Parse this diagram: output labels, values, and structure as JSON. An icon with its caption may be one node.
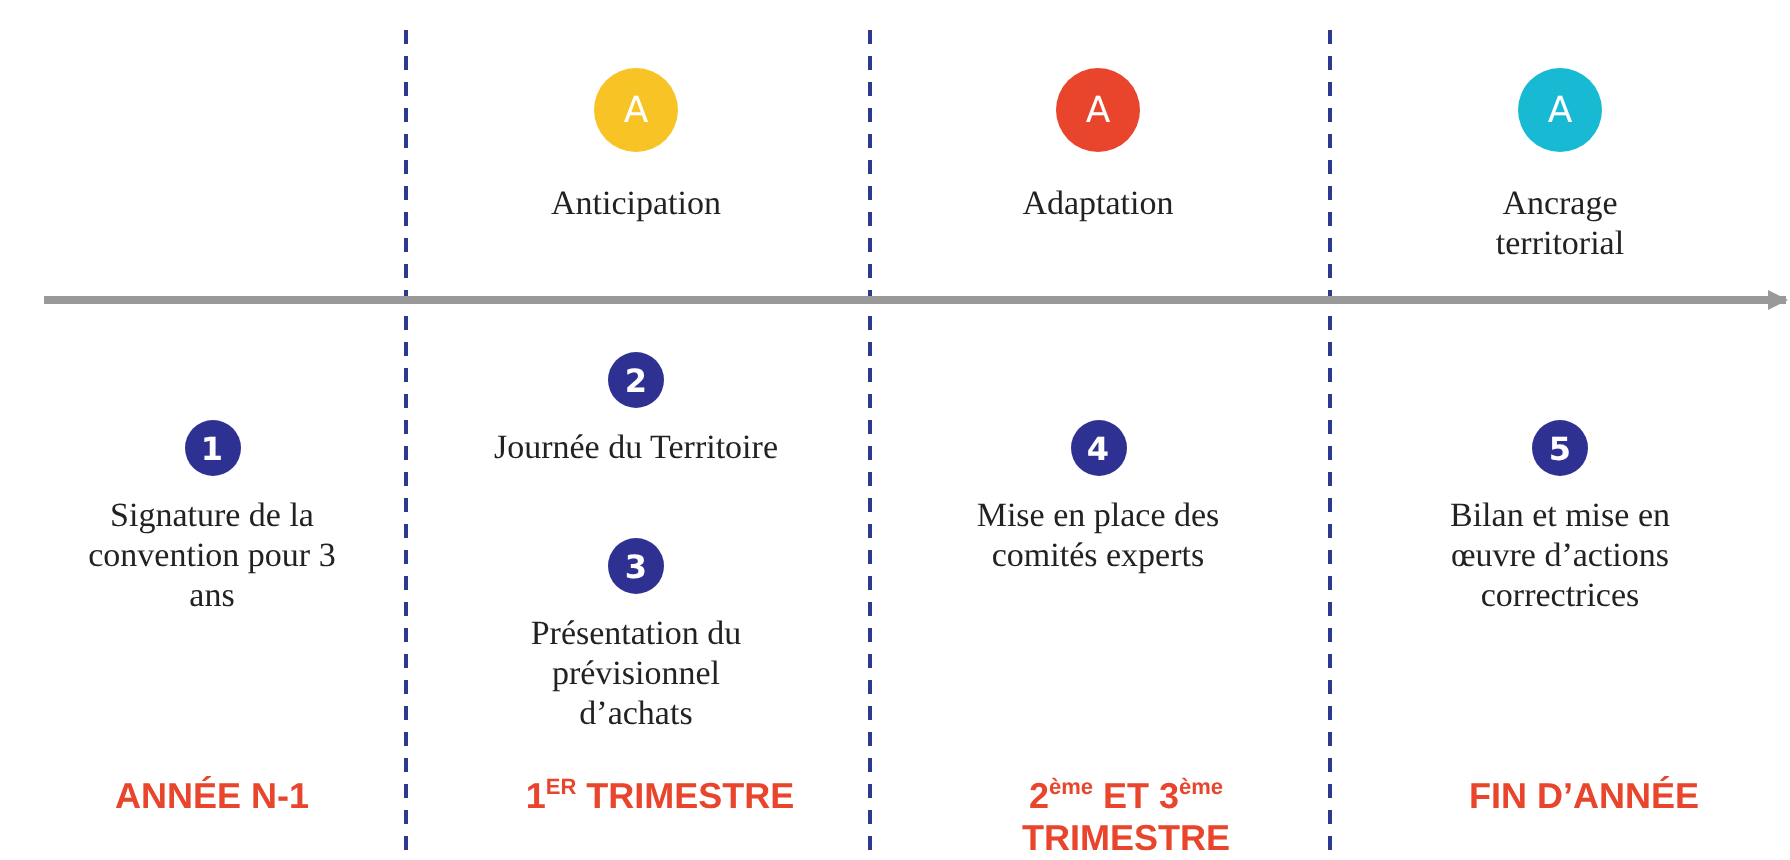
{
  "diagram": {
    "nodes": [
      {
        "text": [
          "A"
        ],
        "beside": [
          "Anticipation"
        ]
      },
      {
        "text": [
          "A"
        ],
        "beside": [
          "Adaptation"
        ]
      },
      {
        "text": [
          "A"
        ],
        "beside": [
          "Ancrage territorial"
        ]
      },
      {
        "text": [
          "1"
        ],
        "beside": [
          "Signature de la convention pour 3 ans"
        ]
      },
      {
        "text": [
          "2"
        ],
        "beside": [
          "Journée du Territoire"
        ]
      },
      {
        "text": [
          "3"
        ],
        "beside": [
          "Présentation du prévisionnel d’achats"
        ]
      },
      {
        "text": [
          "4"
        ],
        "beside": [
          "Mise en place des comités experts"
        ]
      },
      {
        "text": [
          "5"
        ],
        "beside": [
          "Bilan et mise en œuvre d’actions correctrices"
        ]
      }
    ],
    "edges": [],
    "labels": [
      "ANNÉE N-1",
      "1$^{ER}$ TRIMESTRE",
      "2$^{ème}$ ET 3$^{ème}$ TRIMESTRE",
      "FIN D’ANNÉE"
    ]
  }
}
